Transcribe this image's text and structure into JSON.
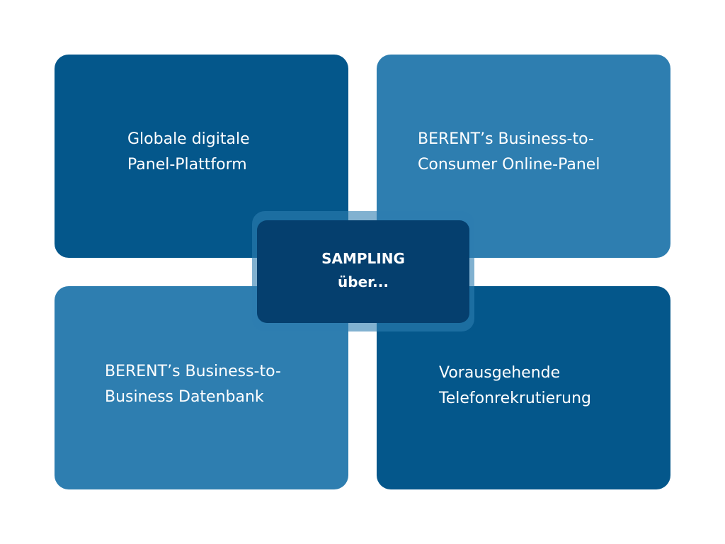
{
  "colors": {
    "dark_tile": "#04578b",
    "light_tile": "#2e7eb0",
    "center": "#053f6e",
    "text": "#ffffff"
  },
  "tiles": [
    {
      "position": "top-left",
      "lines": [
        "Globale digitale",
        "Panel-Plattform"
      ]
    },
    {
      "position": "top-right",
      "lines": [
        "BERENT’s Business-to-",
        "Consumer Online-Panel"
      ]
    },
    {
      "position": "bottom-left",
      "lines": [
        "BERENT’s Business-to-",
        "Business Datenbank"
      ]
    },
    {
      "position": "bottom-right",
      "lines": [
        "Vorausgehende",
        "Telefonrekrutierung"
      ]
    }
  ],
  "center": {
    "lines": [
      "SAMPLING",
      "über..."
    ]
  }
}
